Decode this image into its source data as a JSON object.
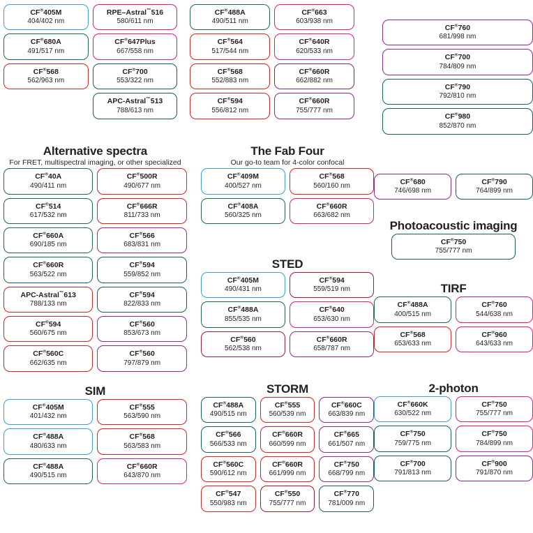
{
  "colors": {
    "blue": "#3aa0dc",
    "green": "#1f6b47",
    "red": "#e0201b",
    "magenta": "#e5197f",
    "purple": "#92278f",
    "teal": "#16615f",
    "darkred": "#a8192b",
    "plum": "#7b2a6e",
    "text": "#231f20"
  },
  "top_band": {
    "col1": [
      {
        "name": "CF",
        "reg": "®",
        "suffix": "405M",
        "spec": "404/402 nm",
        "color": "#3aa0dc"
      },
      {
        "name": "CF",
        "reg": "®",
        "suffix": "680A",
        "spec": "491/517 nm",
        "color": "#1f6b47"
      },
      {
        "name": "CF",
        "reg": "®",
        "suffix": "568",
        "spec": "562/963 nm",
        "color": "#e0201b"
      }
    ],
    "col2": [
      {
        "name": "RPE–Astral",
        "reg": "™",
        "suffix": "516",
        "spec": "580/611 nm",
        "color": "#e5197f"
      },
      {
        "name": "CF",
        "reg": "®",
        "suffix": "647Plus",
        "spec": "667/558 nm",
        "color": "#e5197f"
      },
      {
        "name": "CF",
        "reg": "®",
        "suffix": "700",
        "spec": "553/322 nm",
        "color": "#16615f"
      },
      {
        "name": "APC-Astral",
        "reg": "™",
        "suffix": "513",
        "spec": "788/613 nm",
        "color": "#16615f"
      }
    ],
    "col3": [
      {
        "name": "CF",
        "reg": "®",
        "suffix": "488A",
        "spec": "490/511 nm",
        "color": "#1f6b47"
      },
      {
        "name": "CF",
        "reg": "®",
        "suffix": "564",
        "spec": "517/544 nm",
        "color": "#e0201b"
      },
      {
        "name": "CF",
        "reg": "®",
        "suffix": "568",
        "spec": "552/883 nm",
        "color": "#e0201b"
      },
      {
        "name": "CF",
        "reg": "®",
        "suffix": "594",
        "spec": "556/812 nm",
        "color": "#e0201b"
      }
    ],
    "col4": [
      {
        "name": "CF",
        "reg": "®",
        "suffix": "663",
        "spec": "603/938 nm",
        "color": "#e5197f"
      },
      {
        "name": "CF",
        "reg": "®",
        "suffix": "640R",
        "spec": "620/533 nm",
        "color": "#e5197f"
      },
      {
        "name": "CF",
        "reg": "®",
        "suffix": "660R",
        "spec": "662/882 nm",
        "color": "#7b2a6e"
      },
      {
        "name": "CF",
        "reg": "®",
        "suffix": "660R",
        "spec": "755/777 nm",
        "color": "#92278f"
      }
    ],
    "col5": [
      {
        "name": "CF",
        "reg": "®",
        "suffix": "760",
        "spec": "681/998 nm",
        "color": "#92278f"
      },
      {
        "name": "CF",
        "reg": "®",
        "suffix": "700",
        "spec": "784/809 nm",
        "color": "#92278f"
      },
      {
        "name": "CF",
        "reg": "®",
        "suffix": "790",
        "spec": "792/810 nm",
        "color": "#16615f"
      },
      {
        "name": "CF",
        "reg": "®",
        "suffix": "980",
        "spec": "852/870 nm",
        "color": "#16615f"
      }
    ]
  },
  "sections": {
    "alternative": {
      "title": "Alternative spectra",
      "subtitle": "For FRET, multispectral imaging, or other specialized",
      "chips": [
        {
          "name": "CF",
          "reg": "®",
          "suffix": "40A",
          "spec": "490/411 nm",
          "color": "#1f6b47"
        },
        {
          "name": "CF",
          "reg": "®",
          "suffix": "500R",
          "spec": "490/677 nm",
          "color": "#e0201b"
        },
        {
          "name": "CF",
          "reg": "®",
          "suffix": "514",
          "spec": "617/532 nm",
          "color": "#1f6b47"
        },
        {
          "name": "CF",
          "reg": "®",
          "suffix": "666R",
          "spec": "811/733 nm",
          "color": "#e0201b"
        },
        {
          "name": "CF",
          "reg": "®",
          "suffix": "660A",
          "spec": "690/185 nm",
          "color": "#1f6b47"
        },
        {
          "name": "CF",
          "reg": "®",
          "suffix": "566",
          "spec": "683/831 nm",
          "color": "#92278f"
        },
        {
          "name": "CF",
          "reg": "®",
          "suffix": "660R",
          "spec": "563/522 nm",
          "color": "#1f6b47"
        },
        {
          "name": "CF",
          "reg": "®",
          "suffix": "594",
          "spec": "559/852 nm",
          "color": "#16615f"
        },
        {
          "name": "APC-Astral",
          "reg": "™",
          "suffix": "613",
          "spec": "788/133 nm",
          "color": "#e0201b"
        },
        {
          "name": "CF",
          "reg": "®",
          "suffix": "594",
          "spec": "822/833 nm",
          "color": "#16615f"
        },
        {
          "name": "CF",
          "reg": "®",
          "suffix": "594",
          "spec": "560/675 nm",
          "color": "#e0201b"
        },
        {
          "name": "CF",
          "reg": "®",
          "suffix": "560",
          "spec": "853/673 nm",
          "color": "#92278f"
        },
        {
          "name": "CF",
          "reg": "®",
          "suffix": "560C",
          "spec": "662/635 nm",
          "color": "#e0201b"
        },
        {
          "name": "CF",
          "reg": "®",
          "suffix": "560",
          "spec": "797/879 nm",
          "color": "#92278f"
        }
      ]
    },
    "sim": {
      "title": "SIM",
      "subtitle": "",
      "chips": [
        {
          "name": "CF",
          "reg": "®",
          "suffix": "405M",
          "spec": "401/432 nm",
          "color": "#3aa0dc"
        },
        {
          "name": "CF",
          "reg": "®",
          "suffix": "555",
          "spec": "563/590 nm",
          "color": "#e0201b"
        },
        {
          "name": "CF",
          "reg": "®",
          "suffix": "488A",
          "spec": "480/633 nm",
          "color": "#3aa0dc"
        },
        {
          "name": "CF",
          "reg": "®",
          "suffix": "568",
          "spec": "563/583 nm",
          "color": "#e0201b"
        },
        {
          "name": "CF",
          "reg": "®",
          "suffix": "488A",
          "spec": "490/515 nm",
          "color": "#1f6b47"
        },
        {
          "name": "CF",
          "reg": "®",
          "suffix": "660R",
          "spec": "643/870 nm",
          "color": "#e5197f"
        }
      ]
    },
    "fabfour": {
      "title": "The Fab Four",
      "subtitle": "Our go-to team for 4-color confocal",
      "chips": [
        {
          "name": "CF",
          "reg": "®",
          "suffix": "409M",
          "spec": "400/527 nm",
          "color": "#3aa0dc"
        },
        {
          "name": "CF",
          "reg": "®",
          "suffix": "568",
          "spec": "560/160 nm",
          "color": "#e0201b"
        },
        {
          "name": "CF",
          "reg": "®",
          "suffix": "408A",
          "spec": "560/325 nm",
          "color": "#1f6b47"
        },
        {
          "name": "CF",
          "reg": "®",
          "suffix": "660R",
          "spec": "663/682 nm",
          "color": "#e5197f"
        }
      ]
    },
    "sted": {
      "title": "STED",
      "subtitle": "",
      "chips": [
        {
          "name": "CF",
          "reg": "®",
          "suffix": "405M",
          "spec": "490/431 nm",
          "color": "#3aa0dc"
        },
        {
          "name": "CF",
          "reg": "®",
          "suffix": "594",
          "spec": "559/519 nm",
          "color": "#a8192b"
        },
        {
          "name": "CF",
          "reg": "®",
          "suffix": "488A",
          "spec": "855/535 nm",
          "color": "#1f6b47"
        },
        {
          "name": "CF",
          "reg": "®",
          "suffix": "640",
          "spec": "653/630 nm",
          "color": "#e5197f"
        },
        {
          "name": "CF",
          "reg": "®",
          "suffix": "560",
          "spec": "562/538 nm",
          "color": "#a8192b"
        },
        {
          "name": "CF",
          "reg": "®",
          "suffix": "660R",
          "spec": "658/787 nm",
          "color": "#92278f"
        }
      ]
    },
    "storm": {
      "title": "STORM",
      "subtitle": "",
      "chips": [
        {
          "name": "CF",
          "reg": "®",
          "suffix": "488A",
          "spec": "490/515 nm",
          "color": "#16615f"
        },
        {
          "name": "CF",
          "reg": "®",
          "suffix": "555",
          "spec": "560/539 nm",
          "color": "#e0201b"
        },
        {
          "name": "CF",
          "reg": "®",
          "suffix": "660C",
          "spec": "663/839 nm",
          "color": "#92278f"
        },
        {
          "name": "CF",
          "reg": "®",
          "suffix": "566",
          "spec": "566/533 nm",
          "color": "#16615f"
        },
        {
          "name": "CF",
          "reg": "®",
          "suffix": "660R",
          "spec": "660/599 nm",
          "color": "#e0201b"
        },
        {
          "name": "CF",
          "reg": "®",
          "suffix": "665",
          "spec": "661/507 nm",
          "color": "#92278f"
        },
        {
          "name": "CF",
          "reg": "®",
          "suffix": "560C",
          "spec": "590/612 nm",
          "color": "#e0201b"
        },
        {
          "name": "CF",
          "reg": "®",
          "suffix": "660R",
          "spec": "661/999 nm",
          "color": "#e0201b"
        },
        {
          "name": "CF",
          "reg": "®",
          "suffix": "750",
          "spec": "668/799 nm",
          "color": "#92278f"
        },
        {
          "name": "CF",
          "reg": "®",
          "suffix": "547",
          "spec": "550/983 nm",
          "color": "#e0201b"
        },
        {
          "name": "CF",
          "reg": "®",
          "suffix": "550",
          "spec": "755/777 nm",
          "color": "#a8192b"
        },
        {
          "name": "CF",
          "reg": "®",
          "suffix": "770",
          "spec": "781/009 nm",
          "color": "#16615f"
        }
      ]
    },
    "right_pair": {
      "chips": [
        {
          "name": "CF",
          "reg": "®",
          "suffix": "680",
          "spec": "746/698 nm",
          "color": "#92278f"
        },
        {
          "name": "CF",
          "reg": "®",
          "suffix": "790",
          "spec": "764/899 nm",
          "color": "#16615f"
        }
      ]
    },
    "photoacoustic": {
      "title": "Photoacoustic imaging",
      "subtitle": "",
      "chips": [
        {
          "name": "CF",
          "reg": "®",
          "suffix": "750",
          "spec": "755/777 nm",
          "color": "#16615f"
        }
      ]
    },
    "tirf": {
      "title": "TIRF",
      "subtitle": "",
      "chips": [
        {
          "name": "CF",
          "reg": "®",
          "suffix": "488A",
          "spec": "400/515 nm",
          "color": "#1f6b47"
        },
        {
          "name": "CF",
          "reg": "®",
          "suffix": "760",
          "spec": "544/638 nm",
          "color": "#e5197f"
        },
        {
          "name": "CF",
          "reg": "®",
          "suffix": "568",
          "spec": "653/633 nm",
          "color": "#e0201b"
        },
        {
          "name": "CF",
          "reg": "®",
          "suffix": "960",
          "spec": "643/633 nm",
          "color": "#e5197f"
        }
      ]
    },
    "twophoton": {
      "title": "2-photon",
      "subtitle": "",
      "chips": [
        {
          "name": "CF",
          "reg": "®",
          "suffix": "660K",
          "spec": "630/522 nm",
          "color": "#3aa0dc"
        },
        {
          "name": "CF",
          "reg": "®",
          "suffix": "750",
          "spec": "755/777 nm",
          "color": "#e5197f"
        },
        {
          "name": "CF",
          "reg": "®",
          "suffix": "750",
          "spec": "759/775 nm",
          "color": "#16615f"
        },
        {
          "name": "CF",
          "reg": "®",
          "suffix": "750",
          "spec": "784/899 nm",
          "color": "#e5197f"
        },
        {
          "name": "CF",
          "reg": "®",
          "suffix": "700",
          "spec": "791/813 nm",
          "color": "#16615f"
        },
        {
          "name": "CF",
          "reg": "®",
          "suffix": "900",
          "spec": "791/870 nm",
          "color": "#92278f"
        }
      ]
    }
  }
}
